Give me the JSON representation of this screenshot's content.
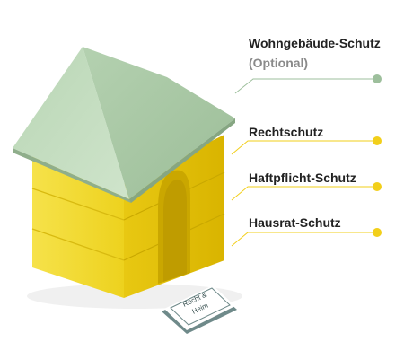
{
  "diagram": {
    "labels": {
      "building": "Wohngebäude-Schutz",
      "building_note": "(Optional)",
      "legal": "Rechtschutz",
      "liability": "Haftpflicht-Schutz",
      "contents": "Hausrat-Schutz"
    },
    "sign": {
      "line1": "Recht &",
      "line2": "Heim"
    }
  },
  "colors": {
    "roof_top": "#a8c9a5",
    "roof_side": "#c2dcbe",
    "wall_front": "#f3db2e",
    "wall_side": "#e6c40a",
    "accent_yellow": "#f2cf1a",
    "accent_green": "#9dbf9c",
    "text": "#222222",
    "muted": "#8a8a8a"
  }
}
